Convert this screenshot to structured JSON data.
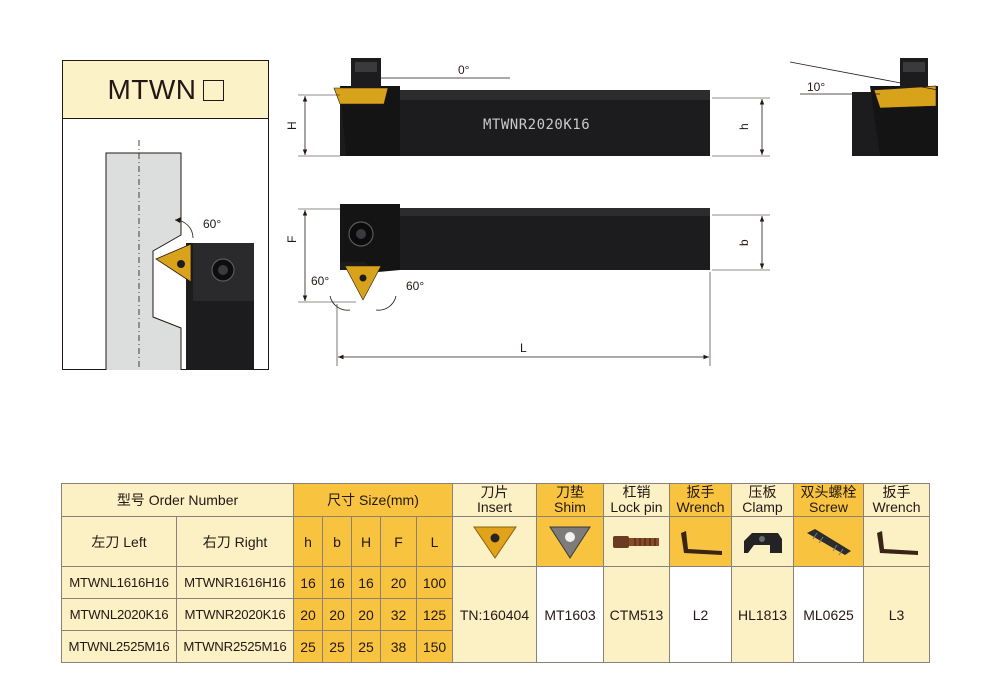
{
  "panel": {
    "title": "MTWN",
    "angle_label": "60°"
  },
  "drawing": {
    "top_view": {
      "engraving": "MTWNR2020K16",
      "angle_left": "0°",
      "angle_right": "10°",
      "dim_H": "H",
      "dim_h": "h"
    },
    "plan_view": {
      "dim_F": "F",
      "dim_b": "b",
      "dim_L": "L",
      "angle_a": "60°",
      "angle_b": "60°"
    }
  },
  "table": {
    "header": {
      "order_number": "型号 Order Number",
      "size": "尺寸 Size(mm)",
      "left": "左刀 Left",
      "right": "右刀 Right",
      "size_cols": [
        "h",
        "b",
        "H",
        "F",
        "L"
      ],
      "parts": [
        {
          "cn": "刀片",
          "en": "Insert",
          "icon": "triangle-insert-icon"
        },
        {
          "cn": "刀垫",
          "en": "Shim",
          "icon": "triangle-shim-icon"
        },
        {
          "cn": "杠销",
          "en": "Lock pin",
          "icon": "lock-pin-icon"
        },
        {
          "cn": "扳手",
          "en": "Wrench",
          "icon": "hex-wrench-icon"
        },
        {
          "cn": "压板",
          "en": "Clamp",
          "icon": "clamp-icon"
        },
        {
          "cn": "双头螺栓",
          "en": "Screw",
          "icon": "double-screw-icon"
        },
        {
          "cn": "扳手",
          "en": "Wrench",
          "icon": "hex-wrench-icon"
        }
      ]
    },
    "rows": [
      {
        "left": "MTWNL1616H16",
        "right": "MTWNR1616H16",
        "h": "16",
        "b": "16",
        "H": "16",
        "F": "20",
        "L": "100"
      },
      {
        "left": "MTWNL2020K16",
        "right": "MTWNR2020K16",
        "h": "20",
        "b": "20",
        "H": "20",
        "F": "32",
        "L": "125"
      },
      {
        "left": "MTWNL2525M16",
        "right": "MTWNR2525M16",
        "h": "25",
        "b": "25",
        "H": "25",
        "F": "38",
        "L": "150"
      }
    ],
    "parts_values": [
      "TN:160404",
      "MT1603",
      "CTM513",
      "L2",
      "HL1813",
      "ML0625",
      "L3"
    ]
  },
  "colors": {
    "header_beige": "#fbf1c4",
    "header_gold": "#f8c440",
    "insert_gold": "#d9a21b",
    "holder_black": "#1c1c1e"
  }
}
